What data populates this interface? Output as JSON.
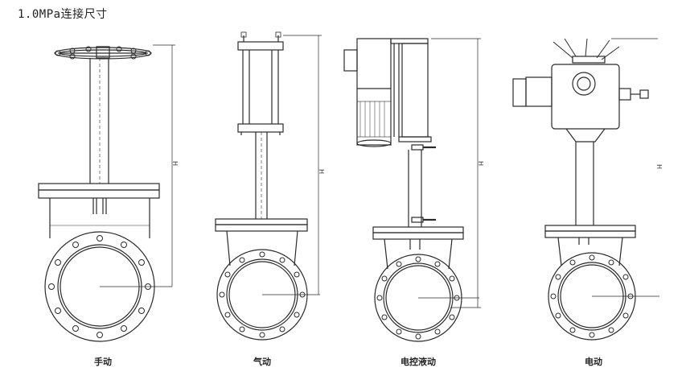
{
  "title": "1.0MPa连接尺寸",
  "valves": [
    {
      "label": "手动",
      "dim_label": "H"
    },
    {
      "label": "气动",
      "dim_label": "H"
    },
    {
      "label": "电控液动",
      "dim_label": "H"
    },
    {
      "label": "电动",
      "dim_label": "H"
    }
  ]
}
